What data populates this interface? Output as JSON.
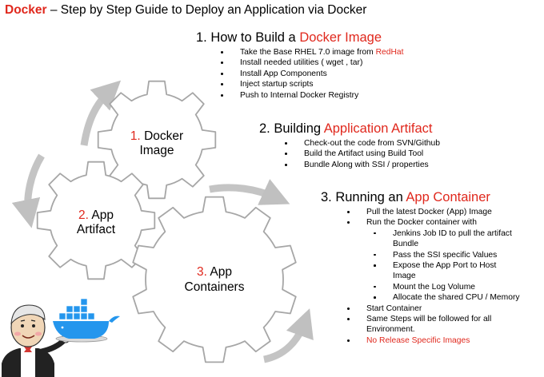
{
  "title": {
    "brand": "Docker",
    "rest": " – Step by Step Guide to Deploy an Application via Docker"
  },
  "gears": {
    "g1": {
      "number": "1.",
      "line1": "Docker",
      "line2": "Image"
    },
    "g2": {
      "number": "2.",
      "line1": "App",
      "line2": "Artifact"
    },
    "g3": {
      "number": "3.",
      "line1": "App",
      "line2": "Containers"
    }
  },
  "section1": {
    "heading_prefix": "1.  How to Build a ",
    "heading_highlight": "Docker Image",
    "items": [
      {
        "pre": "Take the Base RHEL 7.0 image from ",
        "red": "RedHat"
      },
      {
        "pre": "Install needed utilities ( wget , tar)"
      },
      {
        "pre": "Install App Components"
      },
      {
        "pre": "Inject startup scripts"
      },
      {
        "pre": "Push to Internal Docker Registry"
      }
    ]
  },
  "section2": {
    "heading_prefix": "2. Building ",
    "heading_highlight": "Application Artifact",
    "items": [
      "Check-out the code from SVN/Github",
      "Build the Artifact using Build Tool",
      "Bundle Along with SSI / properties"
    ]
  },
  "section3": {
    "heading_prefix": "3. Running an ",
    "heading_highlight": "App Container",
    "items": [
      "Pull the latest Docker (App) Image",
      "Run the Docker container with"
    ],
    "subitems": [
      "Jenkins Job ID to pull the artifact",
      "Bundle",
      "Pass the SSI specific Values",
      "Expose the App Port to Host",
      "Image",
      "Mount the Log Volume",
      "Allocate the shared CPU / Memory"
    ],
    "items_after": [
      "Start Container",
      "Same Steps will be followed for all",
      "Environment."
    ],
    "last_red": "No Release Specific Images"
  },
  "logo": {
    "jenkins": "jenkins-mascot-icon",
    "docker": "docker-whale-icon"
  },
  "colors": {
    "accent": "#e0281d",
    "gear_stroke": "#a6a6a6",
    "arrow": "#bfbfbf"
  }
}
